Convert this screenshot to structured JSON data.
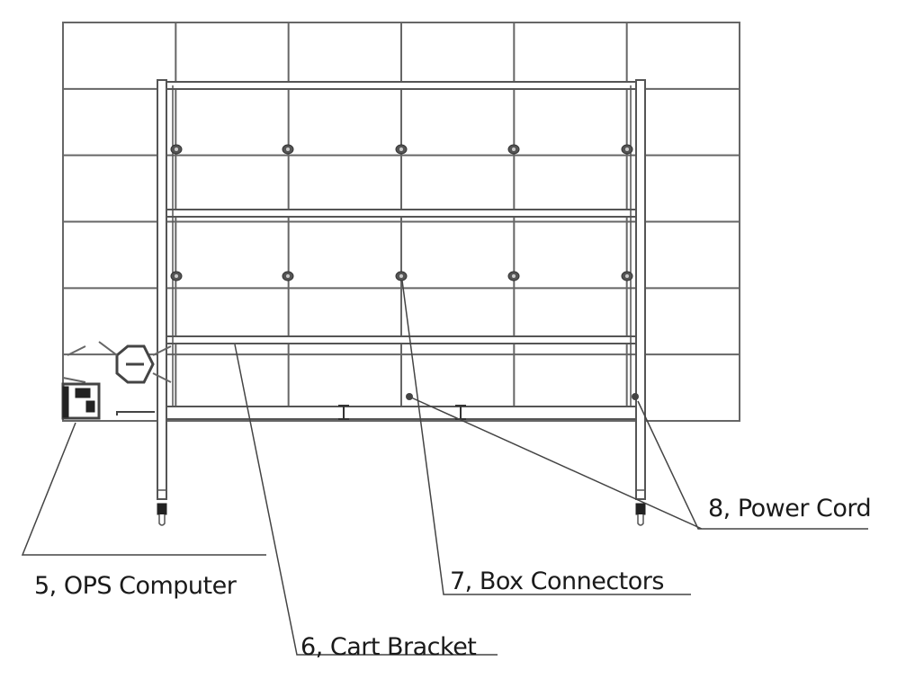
{
  "diagram": {
    "description": "Video wall display with cart bracket, rear view",
    "grid": {
      "columns": 6,
      "rows": 6
    },
    "callouts": [
      {
        "id": "5",
        "text": "5, OPS Computer"
      },
      {
        "id": "6",
        "text": "6, Cart Bracket"
      },
      {
        "id": "7",
        "text": "7, Box Connectors"
      },
      {
        "id": "8",
        "text": "8, Power Cord"
      }
    ],
    "colors": {
      "line": "#555555",
      "text": "#1a1a1a",
      "background": "#ffffff"
    }
  }
}
